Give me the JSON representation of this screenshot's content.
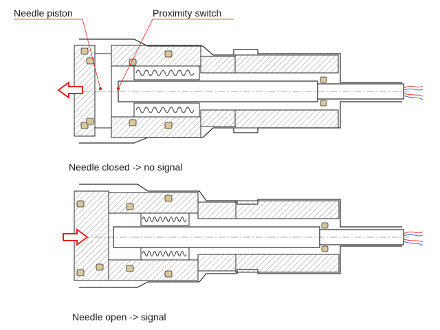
{
  "callouts": {
    "needle_piston": "Needle piston",
    "proximity_switch": "Proximity switch"
  },
  "captions": {
    "closed": "Needle closed -> no signal",
    "open": "Needle open -> signal"
  },
  "colors": {
    "arrow": "#e02020",
    "leader": "#e02020",
    "seal": "#d9c79a",
    "hatch": "#9a9a9a",
    "line": "#2a2a2a",
    "wire_blue": "#3a6fd8",
    "wire_red": "#d83a3a"
  },
  "arrows": {
    "closed": "left-arrow",
    "open": "right-arrow"
  }
}
